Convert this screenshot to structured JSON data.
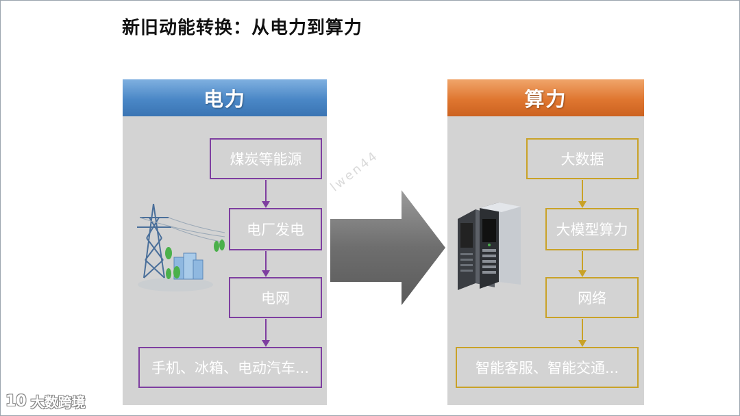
{
  "title": "新旧动能转换：从电力到算力",
  "left": {
    "header": "电力",
    "color": "#4a87c6",
    "steps": [
      "煤炭等能源",
      "电厂发电",
      "电网",
      "手机、冰箱、电动汽车..."
    ],
    "icon": "power-tower-icon"
  },
  "right": {
    "header": "算力",
    "color": "#df7630",
    "steps": [
      "大数据",
      "大模型算力",
      "网络",
      "智能客服、智能交通..."
    ],
    "icon": "server-icon"
  },
  "watermark": "lwen44",
  "logo": {
    "mark": "10",
    "text": "大数跨境"
  },
  "colors": {
    "purple_border": "#7e3ea0",
    "gold_border": "#c9a227",
    "panel_bg": "#d3d3d3"
  }
}
